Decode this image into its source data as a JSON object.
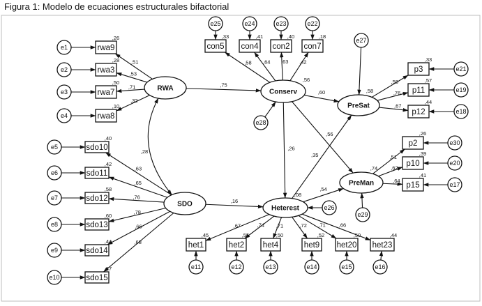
{
  "caption": "Figura 1: Modelo de ecuaciones estructurales bifactorial",
  "latent": {
    "rwa": "RWA",
    "sdo": "SDO",
    "conserv": "Conserv",
    "heterest": "Heterest",
    "presat": "PreSat",
    "preman": "PreMan"
  },
  "indicators": {
    "rwa9": "rwa9",
    "rwa3": "rwa3",
    "rwa7": "rwa7",
    "rwa8": "rwa8",
    "sdo10": "sdo10",
    "sdo11": "sdo11",
    "sdo12": "sdo12",
    "sdo13": "sdo13",
    "sdo14": "sdo14",
    "sdo15": "sdo15",
    "con5": "con5",
    "con4": "con4",
    "con2": "con2",
    "con7": "con7",
    "het1": "het1",
    "het2": "het2",
    "het4": "het4",
    "het9": "het9",
    "het20": "het20",
    "het23": "het23",
    "p3": "p3",
    "p11": "p11",
    "p12": "p12",
    "p2": "p2",
    "p10": "p10",
    "p15": "p15"
  },
  "errors": {
    "e1": "e1",
    "e2": "e2",
    "e3": "e3",
    "e4": "e4",
    "e5": "e5",
    "e6": "e6",
    "e7": "e7",
    "e8": "e8",
    "e9": "e9",
    "e10": "e10",
    "e11": "e11",
    "e12": "e12",
    "e13": "e13",
    "e14": "e14",
    "e15": "e15",
    "e16": "e16",
    "e17": "e17",
    "e18": "e18",
    "e19": "e19",
    "e20": "e20",
    "e21": "e21",
    "e22": "e22",
    "e23": "e23",
    "e24": "e24",
    "e25": "e25",
    "e26": "e26",
    "e27": "e27",
    "e28": "e28",
    "e29": "e29",
    "e30": "e30"
  },
  "loadings": {
    "rwa9": ",51",
    "rwa3": ",53",
    "rwa7": ",71",
    "rwa8": ",32",
    "sdo10": ",63",
    "sdo11": ",65",
    "sdo12": ",76",
    "sdo13": ",78",
    "sdo14": ",66",
    "sdo15": ",68",
    "con5": ",58",
    "con4": ",64",
    "con2": ",63",
    "con7": ",42",
    "het1": ",67",
    "het2": ",74",
    "het4": ",71",
    "het9": ",72",
    "het20": ",71",
    "het23": ",66",
    "p3": ",58",
    "p11": ",76",
    "p12": ",67",
    "p2": ",51",
    "p10": ",62",
    "p15": ",64"
  },
  "r2": {
    "rwa9": ",26",
    "rwa3": ",28",
    "rwa7": ",50",
    "rwa8": ",10",
    "sdo10": ",40",
    "sdo11": ",42",
    "sdo12": ",58",
    "sdo13": ",60",
    "sdo14": ",44",
    "sdo15": ",47",
    "con5": ",33",
    "con4": ",41",
    "con2": ",40",
    "con7": ",18",
    "het1": ",45",
    "het2": ",55",
    "het4": ",50",
    "het9": ",52",
    "het20": ",50",
    "het23": ",44",
    "p3": ",33",
    "p11": ",57",
    "p12": ",44",
    "p2": ",26",
    "p10": ",39",
    "p15": ",41",
    "conserv": ",56",
    "heterest": ",08",
    "presat": ",58",
    "preman": ",74"
  },
  "paths": {
    "rwa_conserv": ",75",
    "sdo_heterest": ",16",
    "rwa_sdo": ",28",
    "conserv_presat": ",60",
    "conserv_heterest": ",26",
    "conserv_preman": ",56",
    "heterest_presat": ",35",
    "heterest_preman": ",54"
  }
}
